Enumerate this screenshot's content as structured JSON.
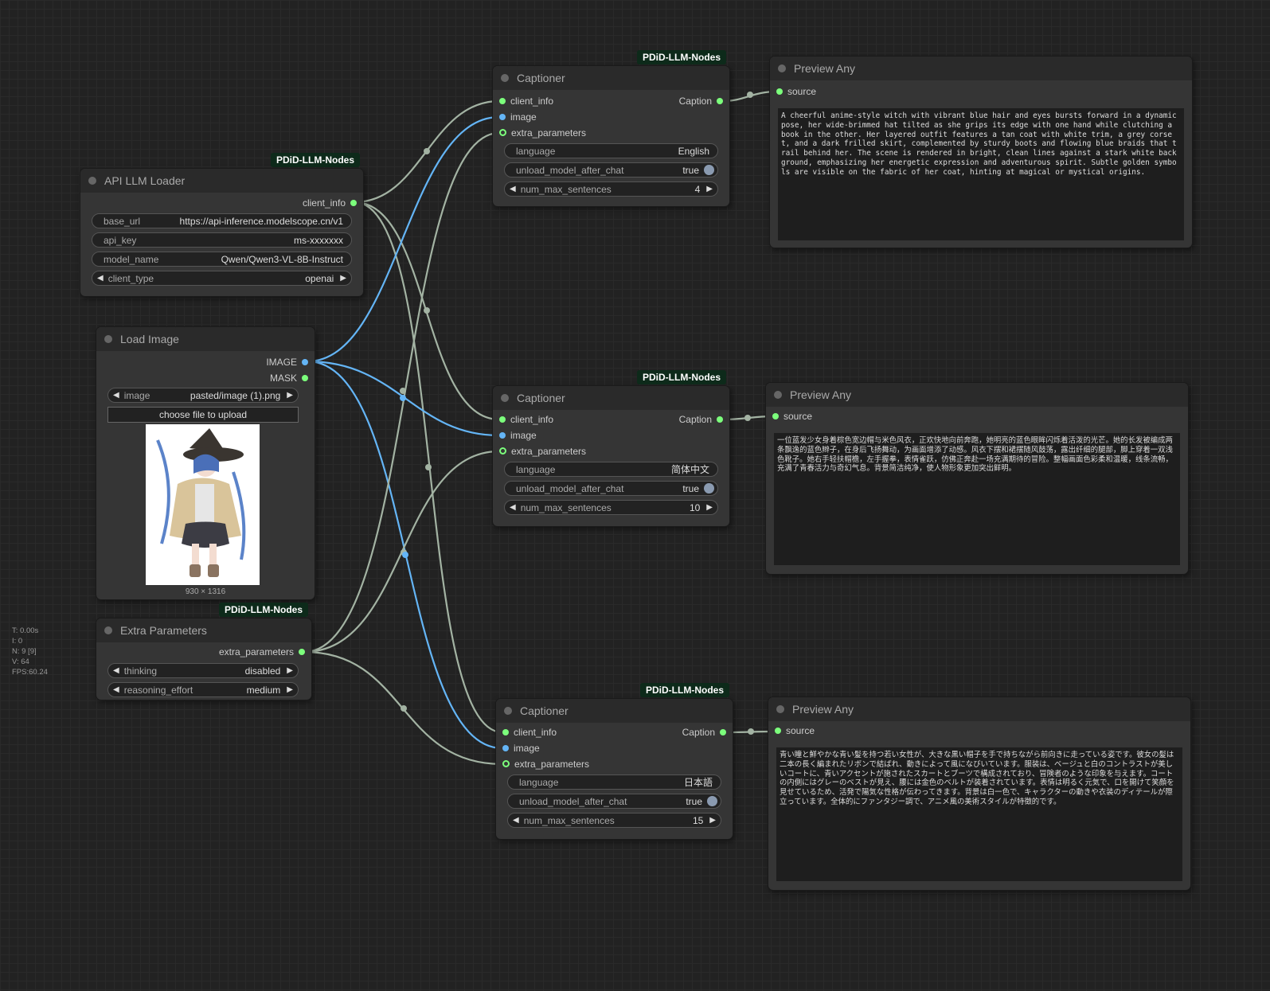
{
  "badge_text": "PDiD-LLM-Nodes",
  "api_loader": {
    "title": "API LLM Loader",
    "output": "client_info",
    "widgets": [
      {
        "name": "base_url",
        "value": "https://api-inference.modelscope.cn/v1"
      },
      {
        "name": "api_key",
        "value": "ms-xxxxxxx"
      },
      {
        "name": "model_name",
        "value": "Qwen/Qwen3-VL-8B-Instruct"
      }
    ],
    "combo": {
      "name": "client_type",
      "value": "openai"
    }
  },
  "load_image": {
    "title": "Load Image",
    "outputs": [
      "IMAGE",
      "MASK"
    ],
    "combo": {
      "name": "image",
      "value": "pasted/image (1).png"
    },
    "upload_label": "choose file to upload",
    "image_size": "930 × 1316"
  },
  "extra_params": {
    "title": "Extra Parameters",
    "output": "extra_parameters",
    "combos": [
      {
        "name": "thinking",
        "value": "disabled"
      },
      {
        "name": "reasoning_effort",
        "value": "medium"
      }
    ]
  },
  "captioners": [
    {
      "title": "Captioner",
      "inputs": [
        "client_info",
        "image",
        "extra_parameters"
      ],
      "output": "Caption",
      "language_label": "language",
      "language": "English",
      "unload_label": "unload_model_after_chat",
      "unload": "true",
      "sentences_label": "num_max_sentences",
      "sentences": "4"
    },
    {
      "title": "Captioner",
      "inputs": [
        "client_info",
        "image",
        "extra_parameters"
      ],
      "output": "Caption",
      "language_label": "language",
      "language": "简体中文",
      "unload_label": "unload_model_after_chat",
      "unload": "true",
      "sentences_label": "num_max_sentences",
      "sentences": "10"
    },
    {
      "title": "Captioner",
      "inputs": [
        "client_info",
        "image",
        "extra_parameters"
      ],
      "output": "Caption",
      "language_label": "language",
      "language": "日本語",
      "unload_label": "unload_model_after_chat",
      "unload": "true",
      "sentences_label": "num_max_sentences",
      "sentences": "15"
    }
  ],
  "previews": [
    {
      "title": "Preview Any",
      "input": "source",
      "text": "A cheerful anime-style witch with vibrant blue hair and eyes bursts forward in a dynamic pose, her wide-brimmed hat tilted as she grips its edge with one hand while clutching a book in the other. Her layered outfit features a tan coat with white trim, a grey corset, and a dark frilled skirt, complemented by sturdy boots and flowing blue braids that trail behind her. The scene is rendered in bright, clean lines against a stark white background, emphasizing her energetic expression and adventurous spirit. Subtle golden symbols are visible on the fabric of her coat, hinting at magical or mystical origins."
    },
    {
      "title": "Preview Any",
      "input": "source",
      "text": "一位蓝发少女身着棕色宽边帽与米色风衣，正欢快地向前奔跑，她明亮的蓝色眼眸闪烁着活泼的光芒。她的长发被编成两条飘逸的蓝色辫子，在身后飞扬舞动，为画面增添了动感。风衣下摆和裙摆随风鼓荡，露出纤细的腿部，脚上穿着一双浅色靴子。她右手轻扶帽檐，左手握拳，表情雀跃，仿佛正奔赴一场充满期待的冒险。整幅画面色彩柔和温暖，线条流畅，充满了青春活力与奇幻气息。背景简洁纯净，使人物形象更加突出鲜明。"
    },
    {
      "title": "Preview Any",
      "input": "source",
      "text": "青い瞳と鮮やかな青い髪を持つ若い女性が、大きな黒い帽子を手で持ちながら前向きに走っている姿です。彼女の髪は二本の長く編まれたリボンで結ばれ、動きによって風になびいています。服装は、ベージュと白のコントラストが美しいコートに、青いアクセントが施されたスカートとブーツで構成されており、冒険者のような印象を与えます。コートの内側にはグレーのベストが見え、腰には金色のベルトが装着されています。表情は明るく元気で、口を開けて笑顔を見せているため、活発で陽気な性格が伝わってきます。背景は白一色で、キャラクターの動きや衣装のディテールが際立っています。全体的にファンタジー調で、アニメ風の美術スタイルが特徴的です。"
    }
  ],
  "stats": [
    "T: 0.00s",
    "I: 0",
    "N: 9 [9]",
    "V: 64",
    "FPS:60.24"
  ],
  "colors": {
    "image_wire": "#64b5f6",
    "generic_wire": "#a3b3a3",
    "slot_green": "#7cff7c",
    "badge_bg": "#0d2a1a"
  }
}
